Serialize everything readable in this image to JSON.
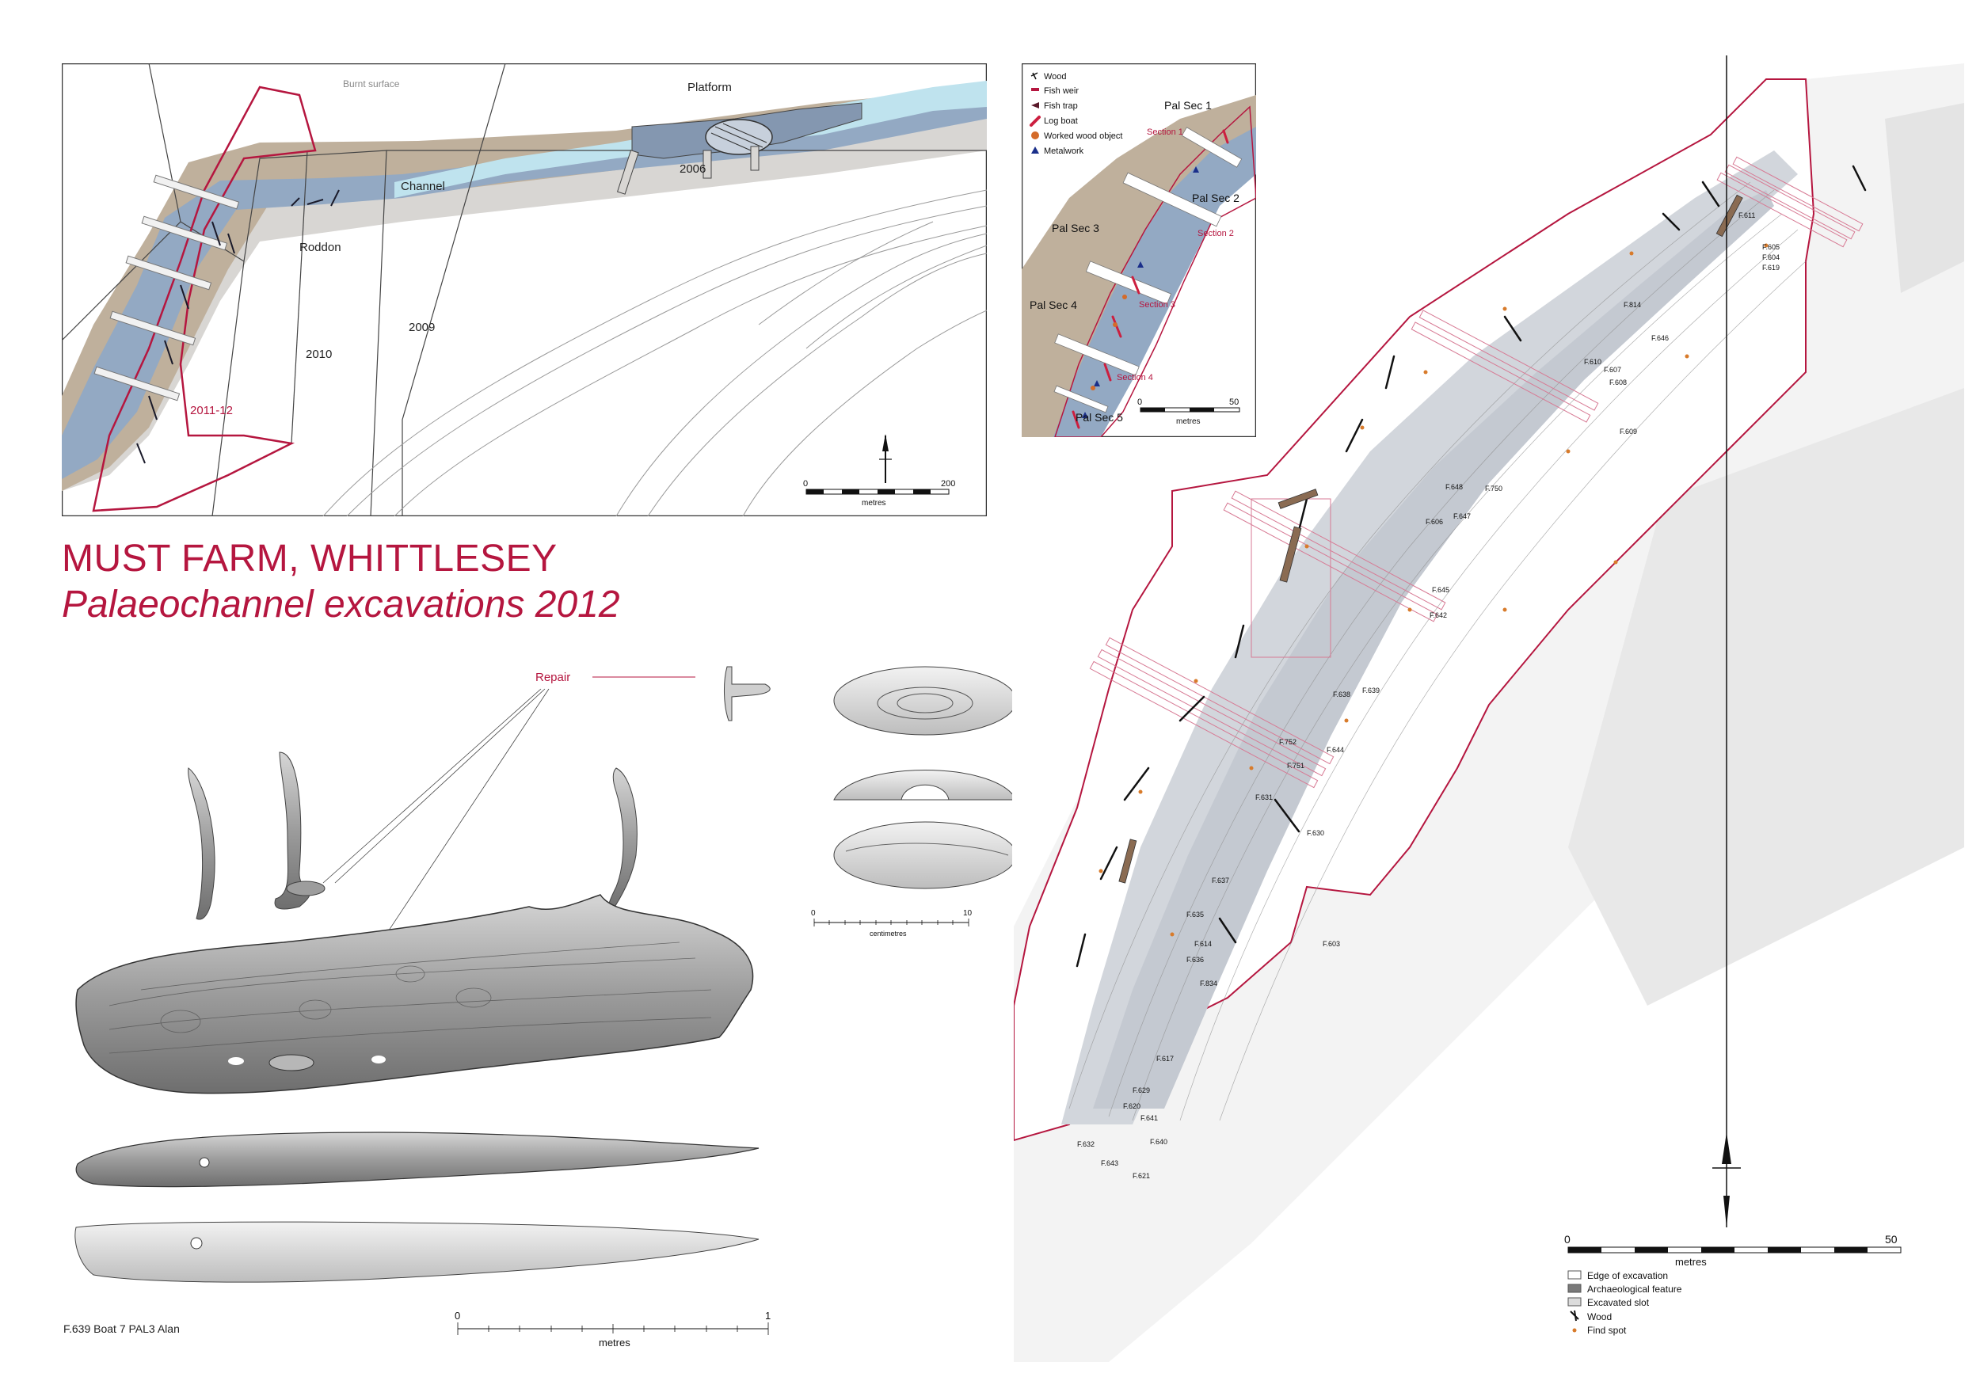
{
  "title": {
    "line1": "MUST FARM, WHITTLESEY",
    "line2": "Palaeochannel excavations 2012"
  },
  "colors": {
    "accent": "#b5163f",
    "channel_blue": "#93a9c3",
    "roddon_brown": "#bfb09c",
    "water_cyan": "#bfe3ee",
    "grey_band": "#d8d6d3"
  },
  "location_map": {
    "labels": {
      "burnt_surface": "Burnt surface",
      "platform": "Platform",
      "channel": "Channel",
      "roddon": "Roddon",
      "y2006": "2006",
      "y2009": "2009",
      "y2010": "2010",
      "y2011_12": "2011-12"
    },
    "scale": {
      "start": "0",
      "end": "200",
      "unit": "metres"
    }
  },
  "inset_map": {
    "legend": [
      {
        "label": "Wood",
        "icon": "wood-icon"
      },
      {
        "label": "Fish weir",
        "icon": "fish-weir-icon"
      },
      {
        "label": "Fish trap",
        "icon": "fish-trap-icon"
      },
      {
        "label": "Log boat",
        "icon": "log-boat-icon"
      },
      {
        "label": "Worked wood object",
        "icon": "worked-wood-icon"
      },
      {
        "label": "Metalwork",
        "icon": "metalwork-icon"
      }
    ],
    "labels": {
      "pal1": "Pal Sec 1",
      "pal2": "Pal Sec 2",
      "pal3": "Pal Sec 3",
      "pal4": "Pal Sec 4",
      "pal5": "Pal Sec 5",
      "s1": "Section 1",
      "s2": "Section 2",
      "s3": "Section 3",
      "s4": "Section 4"
    },
    "scale": {
      "start": "0",
      "end": "50",
      "unit": "metres"
    }
  },
  "boat": {
    "repair_label": "Repair",
    "caption": "F.639 Boat 7 PAL3 Alan",
    "scale": {
      "start": "0",
      "end": "1",
      "unit": "metres"
    },
    "detail_scale": {
      "start": "0",
      "end": "10",
      "unit": "centimetres"
    }
  },
  "site_plan": {
    "features": {
      "f611": "F.611",
      "f605": "F.605",
      "f604": "F.604",
      "f619": "F.619",
      "f814": "F.814",
      "f610": "F.610",
      "f607": "F.607",
      "f608": "F.608",
      "f609": "F.609",
      "f646": "F.646",
      "f750": "F.750",
      "f648": "F.648",
      "f606": "F.606",
      "f647": "F.647",
      "f645": "F.645",
      "f642": "F.642",
      "f638": "F.638",
      "f639": "F.639",
      "f752": "F.752",
      "f644": "F.644",
      "f751": "F.751",
      "f631": "F.631",
      "f630": "F.630",
      "f637": "F.637",
      "f635": "F.635",
      "f614": "F.614",
      "f603": "F.603",
      "f636": "F.636",
      "f834": "F.834",
      "f617": "F.617",
      "f629": "F.629",
      "f620": "F.620",
      "f641": "F.641",
      "f632": "F.632",
      "f640": "F.640",
      "f643": "F.643",
      "f621": "F.621"
    },
    "legend": [
      {
        "label": "Edge of excavation",
        "icon": "edge-swatch-icon"
      },
      {
        "label": "Archaeological feature",
        "icon": "feature-swatch-icon"
      },
      {
        "label": "Excavated slot",
        "icon": "slot-swatch-icon"
      },
      {
        "label": "Wood",
        "icon": "wood-icon"
      },
      {
        "label": "Find spot",
        "icon": "find-spot-icon"
      }
    ],
    "scale": {
      "start": "0",
      "end": "50",
      "unit": "metres"
    }
  }
}
